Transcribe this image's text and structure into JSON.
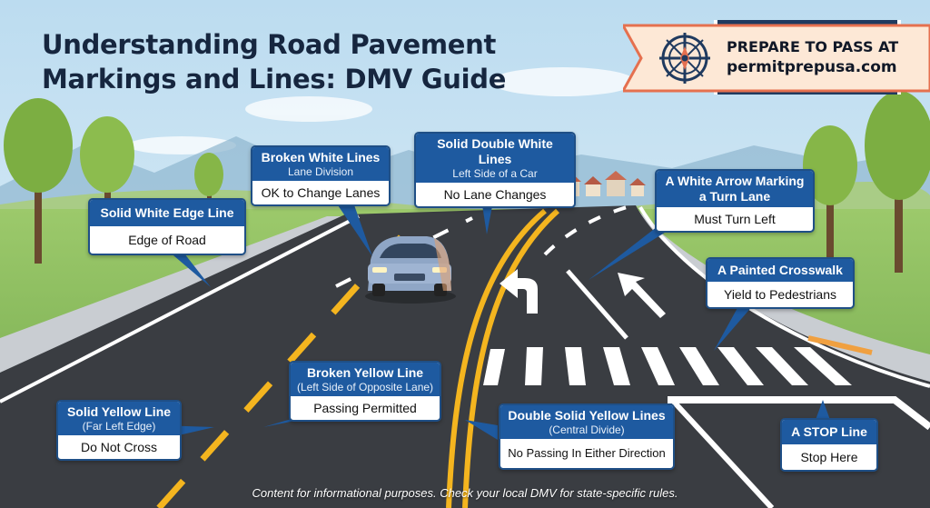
{
  "title": {
    "line1": "Understanding Road Pavement",
    "line2": "Markings and Lines: DMV Guide"
  },
  "banner": {
    "line1": "PREPARE TO PASS AT",
    "line2": "permitprepusa.com",
    "icon": "compass-ship-wheel-icon"
  },
  "callouts": {
    "broken_white": {
      "title": "Broken White Lines",
      "subtitle": "Lane Division",
      "body": "OK to Change Lanes"
    },
    "solid_double_white": {
      "title": "Solid Double White Lines",
      "subtitle": "Left Side of a Car",
      "body": "No Lane Changes"
    },
    "solid_white_edge": {
      "title": "Solid White Edge Line",
      "body": "Edge of Road"
    },
    "white_arrow": {
      "title_line1": "A White Arrow Marking",
      "title_line2": "a Turn Lane",
      "body": "Must Turn Left"
    },
    "crosswalk": {
      "title": "A Painted Crosswalk",
      "body": "Yield to Pedestrians"
    },
    "broken_yellow": {
      "title": "Broken Yellow Line",
      "subtitle": "(Left Side of Opposite Lane)",
      "body": "Passing Permitted"
    },
    "solid_yellow": {
      "title": "Solid Yellow Line",
      "subtitle": "(Far Left Edge)",
      "body": "Do Not Cross"
    },
    "double_solid_yellow": {
      "title": "Double Solid Yellow Lines",
      "subtitle": "(Central Divide)",
      "body": "No Passing In Either Direction"
    },
    "stop_line": {
      "title": "A STOP Line",
      "body": "Stop Here"
    }
  },
  "footer": "Content for informational purposes. Check your local DMV for state-specific rules.",
  "colors": {
    "callout_header": "#1e5aa0",
    "banner_navy": "#1f3a5f",
    "banner_peach": "#fde8d6",
    "banner_border": "#e5704f",
    "yellow_line": "#f4b51f",
    "asphalt": "#3a3d42"
  }
}
